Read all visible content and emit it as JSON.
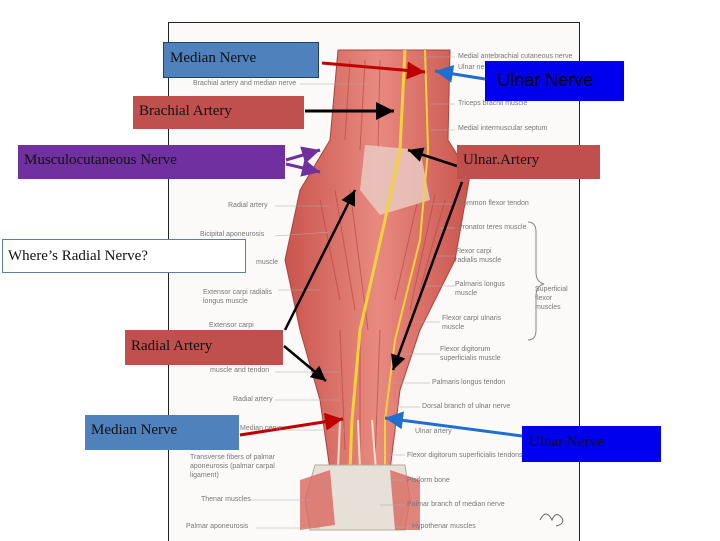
{
  "colors": {
    "median_box": "#4f81bd",
    "ulnar_nerve_box": "#0000ee",
    "artery_box": "#c0504d",
    "musculo_box": "#7030a0",
    "ulnar_artery_box": "#c0504d",
    "radial_nerve_box": "#ffffff",
    "arrow_red": "#c00000",
    "arrow_blue": "#1f6fd0",
    "arrow_purple": "#7030a0",
    "arrow_black": "#000000",
    "muscle": "#dc6f66",
    "nerve": "#f2d23a"
  },
  "labels": {
    "median_nerve_top": "Median Nerve",
    "ulnar_nerve_top": "Ulnar Nerve",
    "brachial_artery": "Brachial Artery",
    "musculocutaneous_nerve": "Musculocutaneous Nerve",
    "ulnar_artery": "Ulnar.Artery",
    "radial_nerve_question": "Where’s Radial Nerve?",
    "radial_artery": "Radial Artery",
    "median_nerve_bottom": "Median Nerve",
    "ulnar_nerve_bottom": "Ulnar Nerve"
  },
  "plate_labels": {
    "left": [
      "Brachial artery and median nerve",
      "Radial artery",
      "Bicipital aponeurosis",
      "muscle",
      "Extensor carpi radialis longus muscle",
      "Extensor carpi",
      "muscle and tendon",
      "Radial artery",
      "Median nerve",
      "Transverse fibers of palmar aponeurosis (palmar carpal ligament)",
      "Thenar muscles",
      "Palmar aponeurosis"
    ],
    "right": [
      "Medial antebrachial cutaneous nerve",
      "Ulnar nerve",
      "Triceps brachii muscle",
      "Medial intermuscular septum",
      "Common flexor tendon",
      "Pronator teres muscle",
      "Flexor carpi radialis muscle",
      "Palmaris longus muscle",
      "Superficial flexor muscles",
      "Flexor carpi ulnaris muscle",
      "Flexor digitorum superficialis muscle",
      "Palmaris longus tendon",
      "Dorsal branch of ulnar nerve",
      "Ulnar artery",
      "Flexor digitorum superficialis tendons",
      "Pisiform bone",
      "Palmar branch of median nerve",
      "Hypothenar muscles"
    ]
  }
}
